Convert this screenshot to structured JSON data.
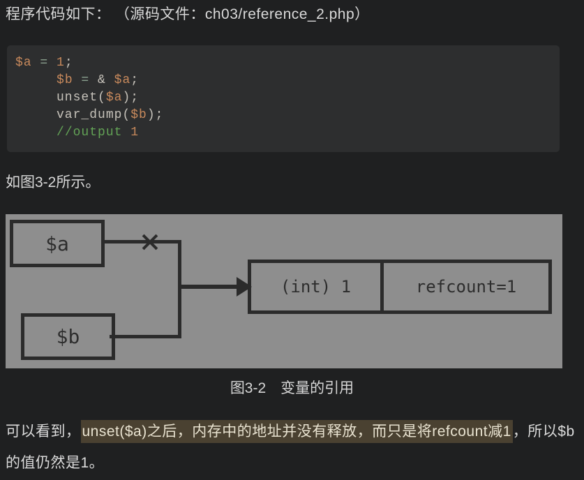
{
  "page": {
    "intro_line": "程序代码如下： （源码文件：ch03/reference_2.php）",
    "figure_ref_line": "如图3-2所示。",
    "caption": "图3-2　变量的引用"
  },
  "code": {
    "language": "php",
    "lines": [
      {
        "tokens": [
          {
            "t": "$a",
            "c": "var"
          },
          {
            "t": " = ",
            "c": "op"
          },
          {
            "t": "1",
            "c": "num"
          },
          {
            "t": ";",
            "c": "plain"
          }
        ]
      },
      {
        "tokens": [
          {
            "t": "     ",
            "c": "plain"
          },
          {
            "t": "$b",
            "c": "var"
          },
          {
            "t": " = ",
            "c": "op"
          },
          {
            "t": "& ",
            "c": "plain"
          },
          {
            "t": "$a",
            "c": "var"
          },
          {
            "t": ";",
            "c": "plain"
          }
        ]
      },
      {
        "tokens": [
          {
            "t": "     unset(",
            "c": "plain"
          },
          {
            "t": "$a",
            "c": "var"
          },
          {
            "t": ");",
            "c": "plain"
          }
        ]
      },
      {
        "tokens": [
          {
            "t": "     var_dump(",
            "c": "plain"
          },
          {
            "t": "$b",
            "c": "var"
          },
          {
            "t": ");",
            "c": "plain"
          }
        ]
      },
      {
        "tokens": [
          {
            "t": "     ",
            "c": "plain"
          },
          {
            "t": "//output",
            "c": "comment"
          },
          {
            "t": " 1",
            "c": "num"
          }
        ]
      }
    ]
  },
  "diagram": {
    "var_a_label": "$a",
    "var_b_label": "$b",
    "value_cell_label": "(int) 1",
    "refcount_cell_label": "refcount=1",
    "background_color": "#8e8e8e",
    "line_color": "#2b2b2b"
  },
  "paragraph": {
    "segments": [
      {
        "text": "可以看到，",
        "highlight": false
      },
      {
        "text": "unset($a)之后，内存中的地址并没有释放，而只是将refcount减1",
        "highlight": true
      },
      {
        "text": "，所以$b的值仍然是1。",
        "highlight": false
      }
    ],
    "highlight_bg": "#4a4131"
  },
  "colors": {
    "page_background": "#1f2021",
    "code_background": "#2d2e2f",
    "code_variable": "#c98a5c",
    "code_comment": "#63a356",
    "body_text": "#d9d9d9"
  }
}
